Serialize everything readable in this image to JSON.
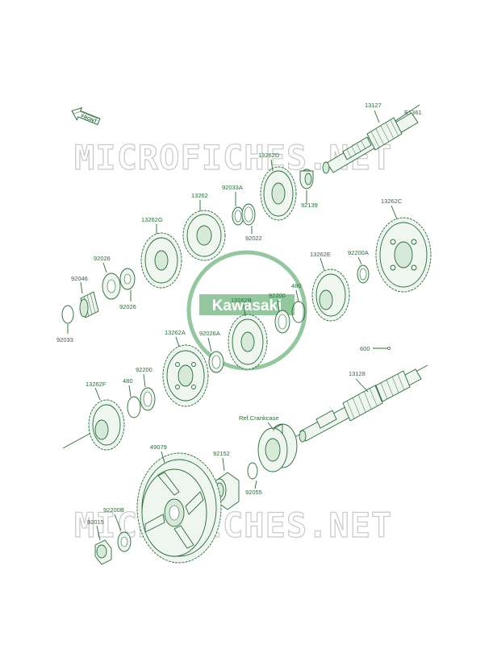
{
  "diagram_code": "E1361",
  "front_label": "FRONT",
  "watermark_text": "MICROFICHES.NET",
  "logo_text": "Kawasaki",
  "ref_label": "Ref.Crankcase",
  "colors": {
    "line": "#2a6b3a",
    "fill": "#eef6ef",
    "watermark": "#c9c9c9",
    "logo": "#3c9a4e"
  },
  "part_labels": [
    "13127",
    "13262D",
    "92033A",
    "13262",
    "92139",
    "92022",
    "13262C",
    "13262G",
    "92026",
    "92046",
    "92026",
    "92033",
    "13262E",
    "92200A",
    "480",
    "92200",
    "13262B",
    "13262A",
    "92026A",
    "92200",
    "480",
    "13262F",
    "600",
    "13128",
    "49079",
    "92152",
    "92055",
    "92200B",
    "92015"
  ]
}
